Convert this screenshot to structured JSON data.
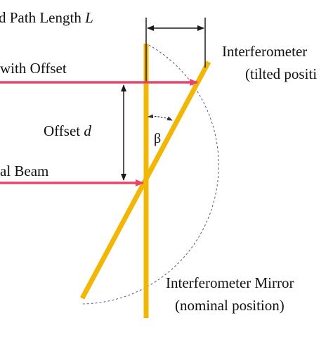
{
  "labels": {
    "path_length_prefix": "d Path Length ",
    "path_length_var": "L",
    "beam_offset": "with Offset",
    "offset_prefix": "Offset ",
    "offset_var": "d",
    "nominal_beam": "al Beam",
    "angle": "β",
    "mirror_tilted_line1": "Interferometer",
    "mirror_tilted_line2": "(tilted positi",
    "mirror_nominal_line1": "Interferometer Mirror",
    "mirror_nominal_line2": "(nominal position)"
  },
  "colors": {
    "mirror": "#F2B705",
    "beam": "#E8456B",
    "arc": "#4A5A8C",
    "dimension": "#1a1a1a"
  }
}
